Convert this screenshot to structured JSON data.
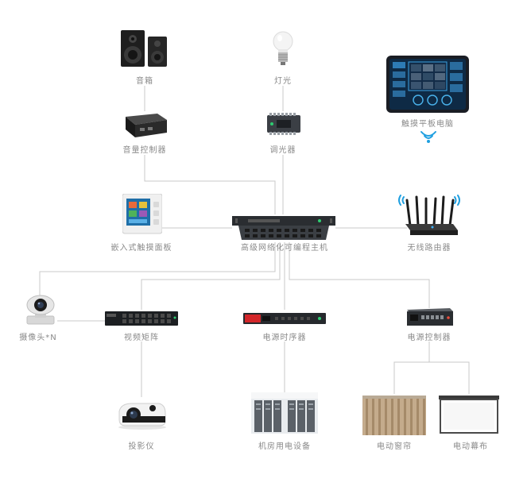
{
  "labels": {
    "speaker": "音箱",
    "light": "灯光",
    "tablet": "触摸平板电脑",
    "volume": "音量控制器",
    "dimmer": "调光器",
    "panel": "嵌入式触摸面板",
    "host": "高级网络化可编程主机",
    "router": "无线路由器",
    "camera": "摄像头*N",
    "matrix": "视频矩阵",
    "sequencer": "电源时序器",
    "power_ctrl": "电源控制器",
    "projector": "投影仪",
    "server": "机房用电设备",
    "curtain": "电动窗帘",
    "screen": "电动幕布"
  }
}
